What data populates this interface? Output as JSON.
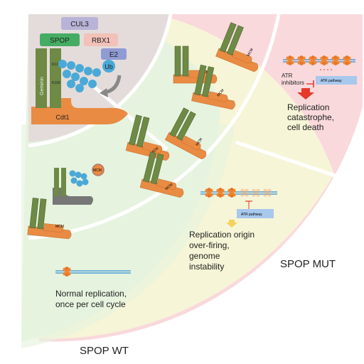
{
  "complex": {
    "cul3": "CUL3",
    "spop": "SPOP",
    "rbx1": "RBX1",
    "e2": "E2",
    "ub": "Ub",
    "geminin": "Geminin",
    "k127": "K127",
    "k100": "K100",
    "cdt1": "Cdt1"
  },
  "mcm_label": "MCM",
  "pathways": {
    "atr_inhibitors_line1": "ATR",
    "atr_inhibitors_line2": "inhibitors",
    "atr_pathway_small": "ATR pathway",
    "atr_pathway_mid": "ATR pathway"
  },
  "outcomes": {
    "catastrophe": [
      "Replication",
      "catastrophe,",
      "cell death"
    ],
    "overfiring": [
      "Replication origin",
      "over-firing,",
      "genome",
      "instability"
    ],
    "normal": [
      "Normal replication,",
      "once per cell cycle"
    ]
  },
  "region_labels": {
    "mut": "SPOP MUT",
    "wt": "SPOP WT"
  },
  "colors": {
    "red_region": "#f9d9dc",
    "yellow_region": "#f6f5d7",
    "green_region": "#e6f3df",
    "grey_region": "#e4dcda",
    "mcm": "#e98b43",
    "geminin": "#6e8a45",
    "spop": "#45ad63",
    "cul3": "#b9b3d8",
    "rbx1": "#f2c1b8",
    "e2": "#8f9bd3",
    "ub": "#4aa9d7",
    "atr_box": "#a8c8ee",
    "arrow_red": "#e53a2a",
    "arrow_yellow": "#f3d25d"
  }
}
